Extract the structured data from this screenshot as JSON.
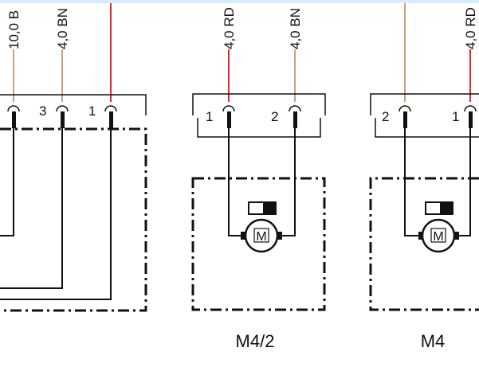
{
  "colors": {
    "background": "#ffffff",
    "top_bar": "#d9ecfb",
    "wire_red": "#e8262d",
    "wire_tan": "#c8a17a",
    "ink": "#111111"
  },
  "wires": {
    "w1": "10,0 B",
    "w2": "4,0 BN",
    "w3": "4,0 RD",
    "w4": "4,0 BN",
    "w5": "4,0 RD"
  },
  "pins": {
    "left_3": "3",
    "left_1": "1",
    "m42_1": "1",
    "m42_2": "2",
    "m4_2": "2",
    "m4_1": "1"
  },
  "components": {
    "m42": "M4/2",
    "m4": "M4"
  },
  "motor_symbol": "M",
  "icons": {
    "motor": "motor-icon",
    "switch": "switch-icon"
  }
}
